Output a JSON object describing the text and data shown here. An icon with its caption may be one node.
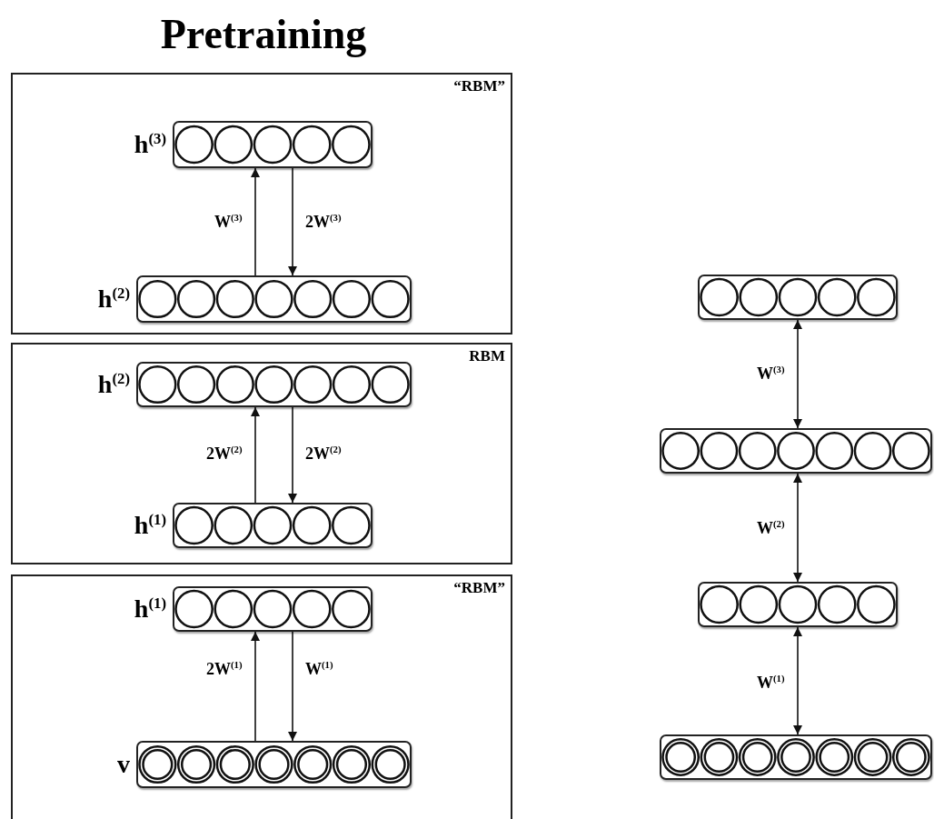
{
  "diagram": {
    "title": "Pretraining",
    "nodes": [
      {
        "text": [
          "“RBM”"
        ]
      },
      {
        "text": [],
        "shape": "bar",
        "in": 0,
        "beside": [
          "h$^{(3)}$"
        ]
      },
      {
        "text": [],
        "shape": "bar",
        "in": 0,
        "beside": [
          "h$^{(2)}$"
        ]
      },
      {
        "text": [
          "RBM"
        ]
      },
      {
        "text": [],
        "shape": "bar",
        "in": 3,
        "beside": [
          "h$^{(2)}$"
        ]
      },
      {
        "text": [],
        "shape": "bar",
        "in": 3,
        "beside": [
          "h$^{(1)}$"
        ]
      },
      {
        "text": [
          "“RBM”"
        ]
      },
      {
        "text": [],
        "shape": "bar",
        "in": 6,
        "beside": [
          "h$^{(1)}$"
        ]
      },
      {
        "text": [],
        "shape": "bar",
        "in": 6,
        "beside": [
          "v"
        ]
      },
      {
        "text": [],
        "shape": "bar"
      },
      {
        "text": [],
        "shape": "bar"
      },
      {
        "text": [],
        "shape": "bar"
      },
      {
        "text": [],
        "shape": "bar"
      }
    ],
    "edges": [
      {
        "from": 2,
        "to": 1,
        "arrow": "to",
        "label": "W$^{(3)}$"
      },
      {
        "from": 1,
        "to": 2,
        "arrow": "to",
        "label": "2W$^{(3)}$"
      },
      {
        "from": 5,
        "to": 4,
        "arrow": "to",
        "label": "2W$^{(2)}$"
      },
      {
        "from": 4,
        "to": 5,
        "arrow": "to",
        "label": "2W$^{(2)}$"
      },
      {
        "from": 8,
        "to": 7,
        "arrow": "to",
        "label": "2W$^{(1)}$"
      },
      {
        "from": 7,
        "to": 8,
        "arrow": "to",
        "label": "W$^{(1)}$"
      },
      {
        "from": 10,
        "to": 9,
        "arrow": "both",
        "label": "W$^{(3)}$"
      },
      {
        "from": 11,
        "to": 10,
        "arrow": "both",
        "label": "W$^{(2)}$"
      },
      {
        "from": 12,
        "to": 11,
        "arrow": "both",
        "label": "W$^{(1)}$"
      }
    ]
  }
}
